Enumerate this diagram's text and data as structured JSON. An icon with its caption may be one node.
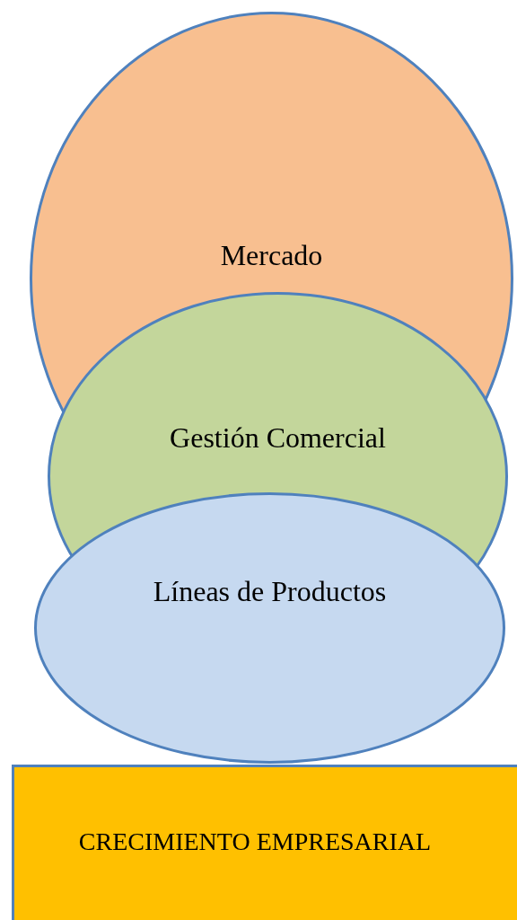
{
  "diagram": {
    "nodes": [
      {
        "text": [
          "Mercado"
        ]
      },
      {
        "text": [
          "Gestión Comercial"
        ]
      },
      {
        "text": [
          "Líneas de Productos"
        ]
      },
      {
        "text": [
          "CRECIMIENTO EMPRESARIAL"
        ]
      }
    ]
  }
}
